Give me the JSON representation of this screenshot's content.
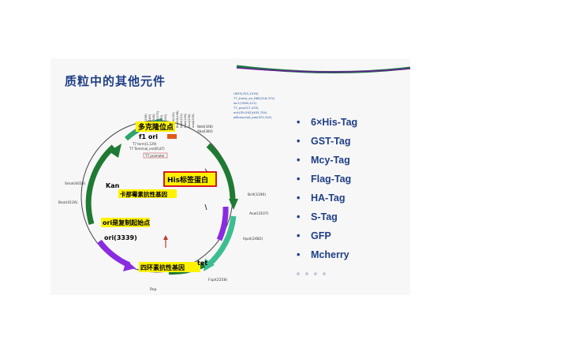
{
  "slide": {
    "title": "质粒中的其他元件",
    "tags": [
      "6×His-Tag",
      "GST-Tag",
      "Mcy-Tag",
      "Flag-Tag",
      "HA-Tag",
      "S-Tag",
      "GFP",
      "Mcherry"
    ],
    "bullet": "•",
    "more": "。。。。"
  },
  "plasmid": {
    "mcs_label": "多克隆位点",
    "f1_label": "f1 ori",
    "his_label": "His标签蛋白",
    "kan_label": "Kan",
    "kan_desc": "卡那霉素抗性基因",
    "ori_desc": "ori是复制起始点",
    "ori_label": "ori(3339)",
    "tet_desc": "四环素抗性基因",
    "tet_label": "tet",
    "sites_right": [
      "BclI(3190)",
      "AvaI(3107)",
      "HpaI(2482)",
      "FspI(2258)"
    ],
    "sites_left": [
      "SmaI(4033)",
      "BsaI(4126)"
    ],
    "rop_label": "Rop",
    "t7_labels": [
      "T7 term(1,129)",
      "T7 Terminal_end(6,87)",
      "T7 promoter"
    ],
    "right_small": [
      "ORF3(325,1076)",
      "T7_transl_en_RBS(316,372)",
      "lac1(3280,413)",
      "T7_pro(417,433)",
      "ori(439-592)(455,704)",
      "pBluescript_pos(322,342)"
    ],
    "top_sites": [
      "XhoI(158)",
      "NotI(166)",
      "EagI(166)",
      "HindIII(173)",
      "SalI(179)",
      "SacI(190)",
      "EcoRI(192)",
      "BamHI(198)",
      "NheI(231)",
      "NdeI(238)",
      "NcoI(296)",
      "XbaI(335)"
    ],
    "mid_sites": [
      "NdeI(348)",
      "XbaI(384)"
    ]
  },
  "colors": {
    "title": "#1f3f86",
    "tag_text": "#1f3f86",
    "arrow_green": "#1f7a33",
    "arrow_purple": "#8a2be2",
    "arrow_orange": "#e05a1a",
    "label_yellow": "#fff200",
    "highlight_red": "#d0021b",
    "swoosh_green": "#1a7a40",
    "swoosh_purple": "#6a1b9a"
  }
}
